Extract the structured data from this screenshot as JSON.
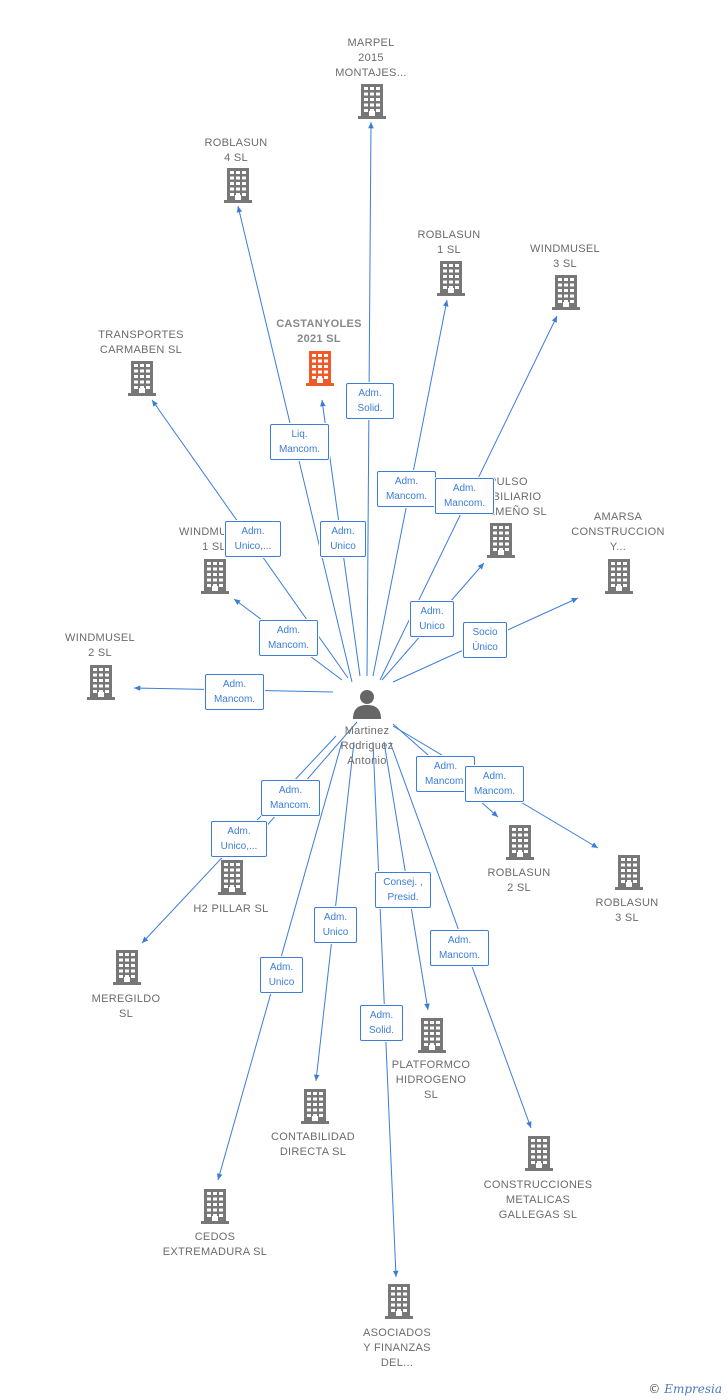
{
  "colors": {
    "edge": "#3b7dd8",
    "building": "#777777",
    "highlight": "#f05a28",
    "person": "#666666"
  },
  "center": {
    "name": "Martinez\nRodriguez\nAntonio"
  },
  "nodes": [
    {
      "id": "marpel",
      "label": "MARPEL\n2015\nMONTAJES..."
    },
    {
      "id": "roblasun4",
      "label": "ROBLASUN\n4  SL"
    },
    {
      "id": "roblasun1",
      "label": "ROBLASUN\n1  SL"
    },
    {
      "id": "windmusel3",
      "label": "WINDMUSEL\n3  SL"
    },
    {
      "id": "transportes",
      "label": "TRANSPORTES\nCARMABEN  SL"
    },
    {
      "id": "castanyoles",
      "label": "CASTANYOLES\n2021  SL",
      "highlight": true
    },
    {
      "id": "impulso",
      "label": "IMPULSO\nINMOBILIARIO\nEXTREMEÑO SL"
    },
    {
      "id": "windmusel1",
      "label": "WINDMUSEL\n1  SL"
    },
    {
      "id": "amarsa",
      "label": "AMARSA\nCONSTRUCCION\nY..."
    },
    {
      "id": "windmusel2",
      "label": "WINDMUSEL\n2  SL"
    },
    {
      "id": "roblasun2",
      "label": "ROBLASUN\n2  SL"
    },
    {
      "id": "roblasun3",
      "label": "ROBLASUN\n3  SL"
    },
    {
      "id": "h2pillar",
      "label": "H2 PILLAR  SL"
    },
    {
      "id": "meregildo",
      "label": "MEREGILDO\nSL"
    },
    {
      "id": "platformco",
      "label": "PLATFORMCO\nHIDROGENO\nSL"
    },
    {
      "id": "contabilidad",
      "label": "CONTABILIDAD\nDIRECTA SL"
    },
    {
      "id": "construcciones",
      "label": "CONSTRUCCIONES\nMETALICAS\nGALLEGAS SL"
    },
    {
      "id": "cedos",
      "label": "CEDOS\nEXTREMADURA SL"
    },
    {
      "id": "asociados",
      "label": "ASOCIADOS\nY FINANZAS\nDEL..."
    }
  ],
  "edges": [
    {
      "to": "marpel",
      "label": "Adm.\nSolid."
    },
    {
      "to": "castanyoles",
      "label": "Liq.\nMancom."
    },
    {
      "to": "roblasun4",
      "label": "Adm.\nUnico"
    },
    {
      "to": "roblasun1",
      "label": "Adm.\nMancom."
    },
    {
      "to": "windmusel3",
      "label": "Adm.\nMancom."
    },
    {
      "to": "transportes",
      "label": "Adm.\nUnico,..."
    },
    {
      "to": "impulso",
      "label": "Adm.\nUnico"
    },
    {
      "to": "amarsa",
      "label": "Socio\nÚnico"
    },
    {
      "to": "windmusel1",
      "label": "Adm.\nMancom."
    },
    {
      "to": "windmusel2",
      "label": "Adm.\nMancom."
    },
    {
      "to": "roblasun2",
      "label": "Adm.\nMancom."
    },
    {
      "to": "roblasun3",
      "label": "Adm.\nMancom."
    },
    {
      "to": "h2pillar",
      "label": "Adm.\nMancom."
    },
    {
      "to": "meregildo",
      "label": "Adm.\nUnico,..."
    },
    {
      "to": "contabilidad",
      "label": "Adm.\nUnico"
    },
    {
      "to": "platformco",
      "label": "Consej. ,\nPresid."
    },
    {
      "to": "cedos",
      "label": "Adm.\nUnico"
    },
    {
      "to": "construcciones",
      "label": "Adm.\nMancom."
    },
    {
      "to": "asociados",
      "label": "Adm.\nSolid."
    }
  ],
  "footer": {
    "copyright": "©",
    "brand": "Empresia"
  }
}
